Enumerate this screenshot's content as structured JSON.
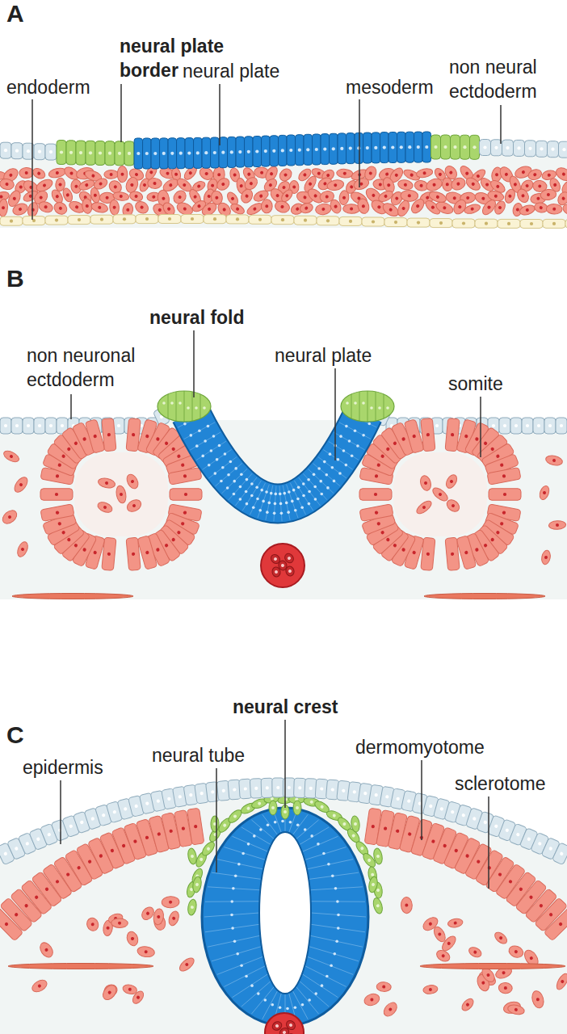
{
  "diagram": {
    "labels": [
      "A",
      "neural plate border",
      "endoderm",
      "neural plate",
      "mesoderm",
      "non neural ectdoderm",
      "B",
      "neural fold",
      "non neuronal ectdoderm",
      "neural plate",
      "somite",
      "C",
      "neural crest",
      "epidermis",
      "neural tube",
      "dermomyotome",
      "sclerotome"
    ]
  }
}
